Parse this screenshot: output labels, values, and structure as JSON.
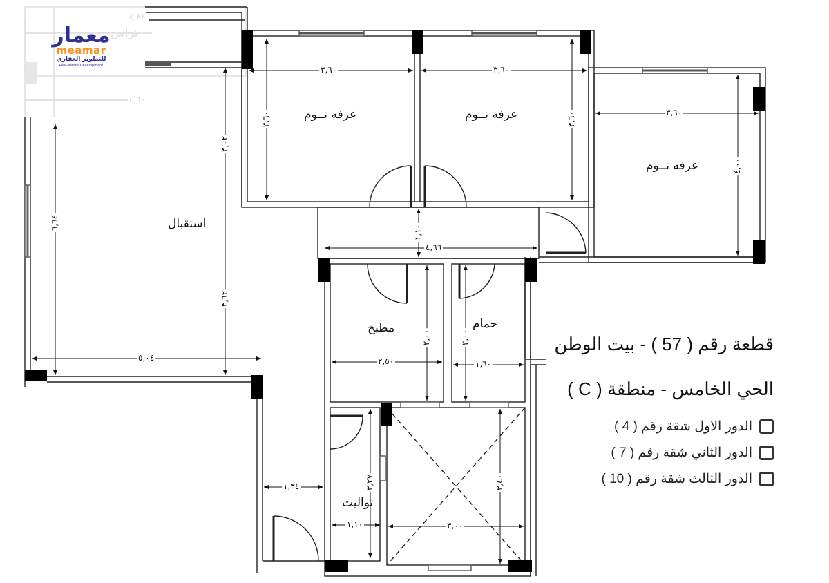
{
  "logo": {
    "arabic_name": "معمار",
    "english_name": "meamar",
    "arabic_tagline": "للتطوير العقاري",
    "english_tagline": "Real-estate Development",
    "colors": {
      "primary": "#2e3192",
      "accent": "#f7941d"
    }
  },
  "terrace": {
    "label": "تراس",
    "dim_top": "٤,٨٤",
    "dim_bottom": "٤,٦٠"
  },
  "rooms": [
    {
      "id": "bedroom-1",
      "label": "غرفه نــوم",
      "width": "٣,٦٠",
      "depth": "٣,٦٠"
    },
    {
      "id": "bedroom-2",
      "label": "غرفه نــوم",
      "width": "٣,٦٠",
      "depth": "٣,٦٠"
    },
    {
      "id": "bedroom-3",
      "label": "غرفه نــوم",
      "width": "٣,٦٠",
      "depth": "٤,٠٠"
    },
    {
      "id": "reception",
      "label": "استقبال",
      "width": "٥,٠٤",
      "depth": "٦,٦٤",
      "depth_upper": "٣,٠٢",
      "depth_lower": "٣,٦٢"
    },
    {
      "id": "corridor",
      "label": "",
      "width": "٤,٦٦",
      "depth": "١,١٠"
    },
    {
      "id": "kitchen",
      "label": "مطبخ",
      "width": "٢,٥٠",
      "depth": "٢,٠٠"
    },
    {
      "id": "bathroom",
      "label": "حمام",
      "width": "١,٦٠",
      "depth": "٢,٠٠"
    },
    {
      "id": "toilet",
      "label": "تواليت",
      "width": "١,١٠",
      "depth": "٣,٢٧"
    },
    {
      "id": "entrance",
      "label": "",
      "width": "١,٣٤"
    },
    {
      "id": "lightwell",
      "label": "",
      "width": "٣,٠٠",
      "depth": "٣,٤٠"
    }
  ],
  "info": {
    "title": "قطعة رقم ( 57 ) - بيت الوطن",
    "district": "الحي الخامس - منطقة ( C )",
    "apartments": [
      {
        "label": "الدور الاول شقة رقم ( 4 )"
      },
      {
        "label": "الدور الثاني شقة رقم ( 7 )"
      },
      {
        "label": "الدور الثالث شقة رقم ( 10 )"
      }
    ]
  }
}
